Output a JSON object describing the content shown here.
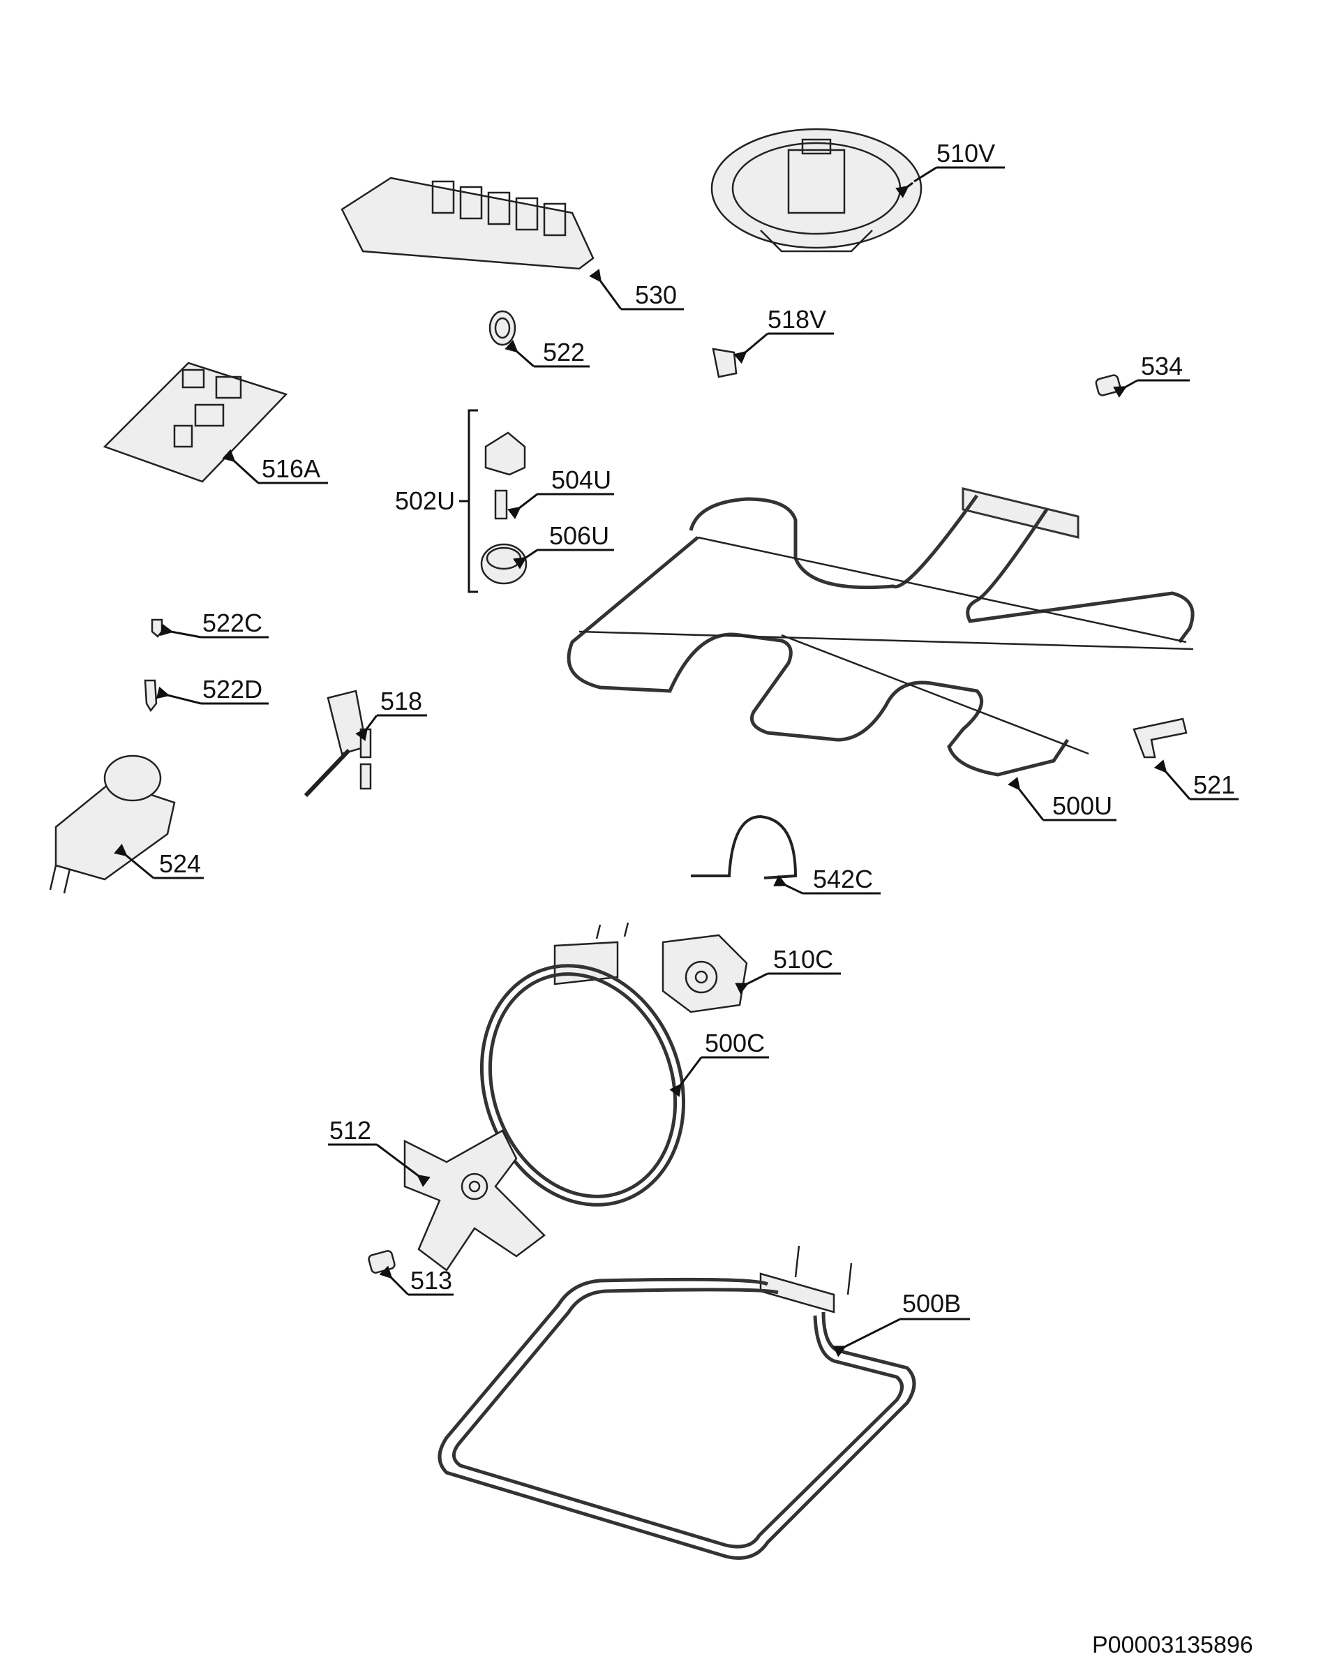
{
  "callouts": {
    "p510v": "510V",
    "p530": "530",
    "p522": "522",
    "p518v": "518V",
    "p534": "534",
    "p516a": "516A",
    "p502u": "502U",
    "p504u": "504U",
    "p506u": "506U",
    "p522c": "522C",
    "p522d": "522D",
    "p518": "518",
    "p524": "524",
    "p500u": "500U",
    "p521": "521",
    "p542c": "542C",
    "p510c": "510C",
    "p500c": "500C",
    "p512": "512",
    "p513": "513",
    "p500b": "500B"
  },
  "document_id": "P00003135896"
}
